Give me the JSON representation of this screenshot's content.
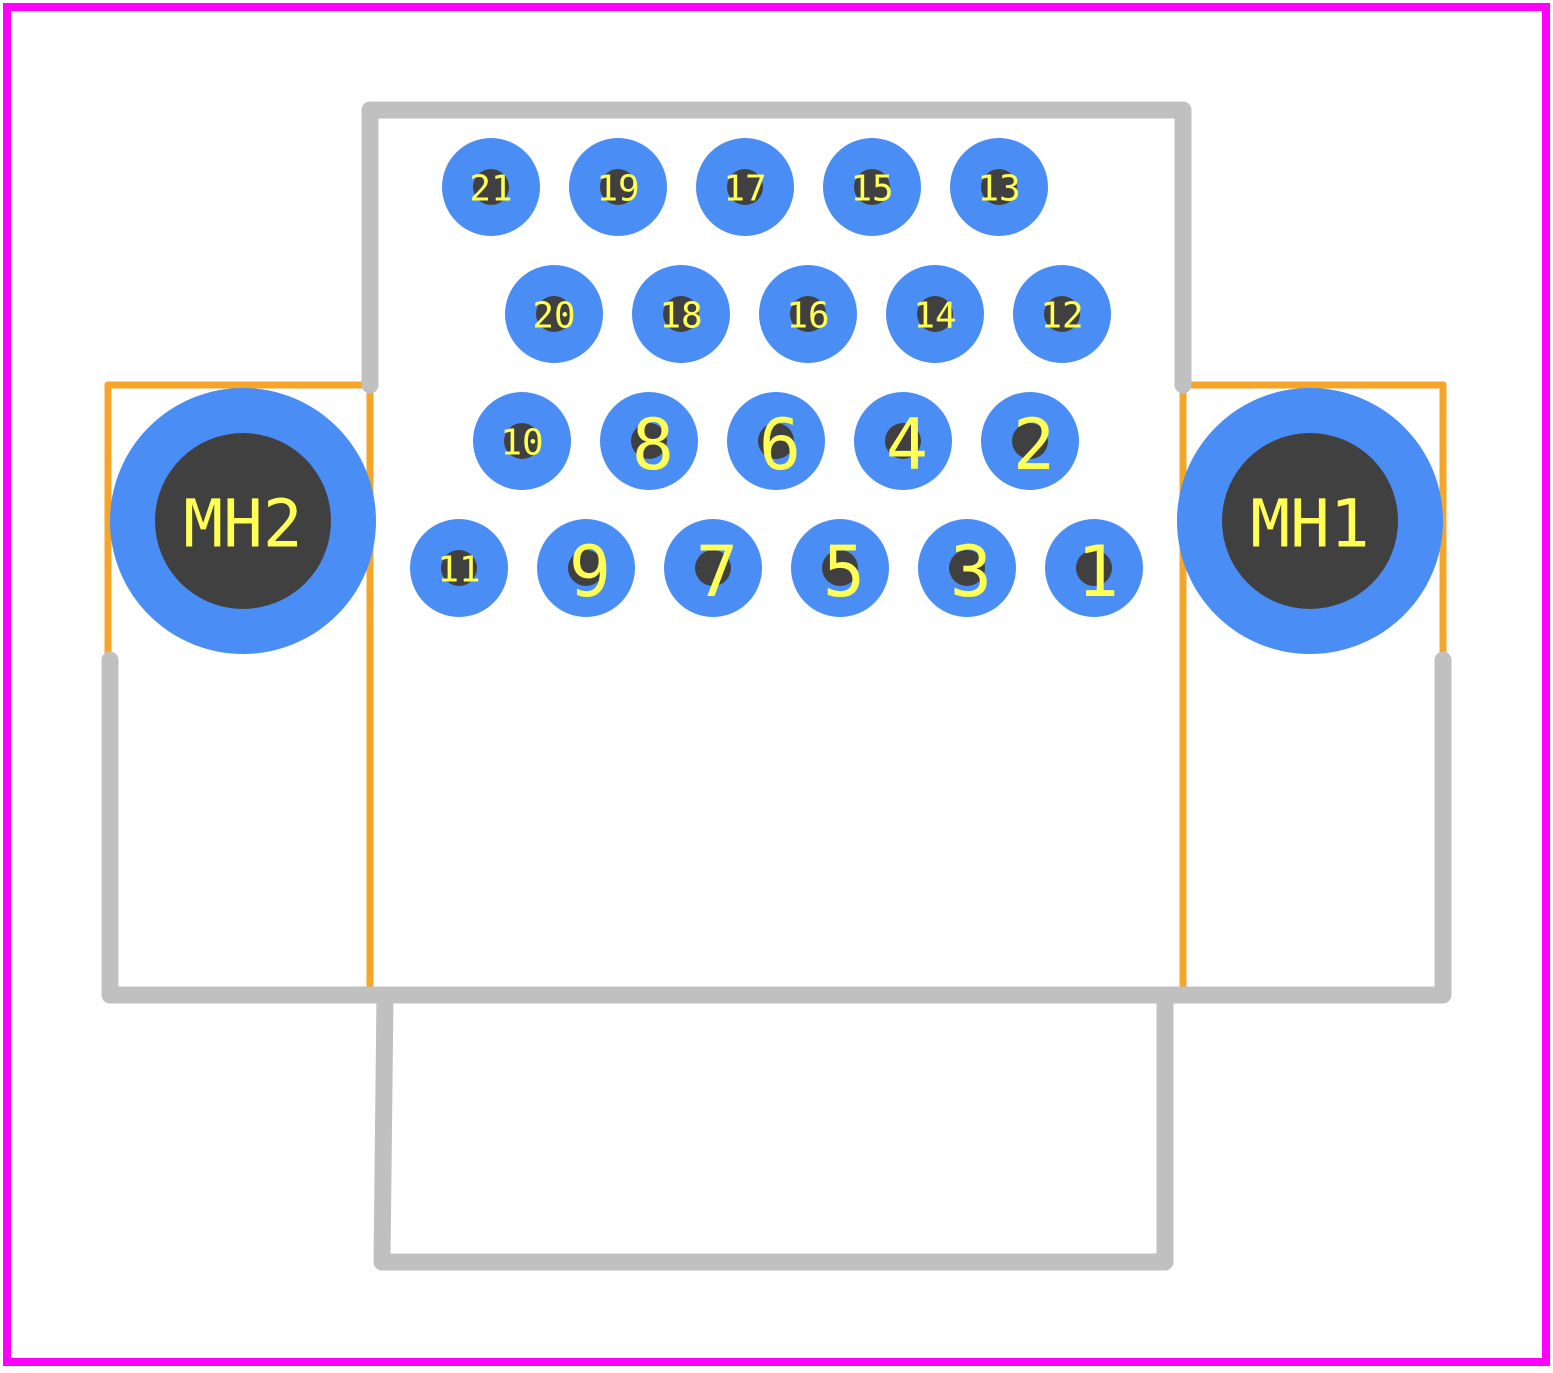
{
  "colors": {
    "board_outline": "#ff00ff",
    "silkscreen": "#c0c0c0",
    "courtyard": "#f5a52a",
    "pad": "#4a8ef5",
    "drill": "#404040",
    "label": "#ffff55",
    "background": "#ffffff"
  },
  "pads": [
    {
      "label": "1"
    },
    {
      "label": "2"
    },
    {
      "label": "3"
    },
    {
      "label": "4"
    },
    {
      "label": "5"
    },
    {
      "label": "6"
    },
    {
      "label": "7"
    },
    {
      "label": "8"
    },
    {
      "label": "9"
    },
    {
      "label": "10"
    },
    {
      "label": "11"
    },
    {
      "label": "12"
    },
    {
      "label": "13"
    },
    {
      "label": "14"
    },
    {
      "label": "15"
    },
    {
      "label": "16"
    },
    {
      "label": "17"
    },
    {
      "label": "18"
    },
    {
      "label": "19"
    },
    {
      "label": "20"
    },
    {
      "label": "21"
    }
  ],
  "mounting_holes": [
    {
      "label": "MH1"
    },
    {
      "label": "MH2"
    }
  ]
}
